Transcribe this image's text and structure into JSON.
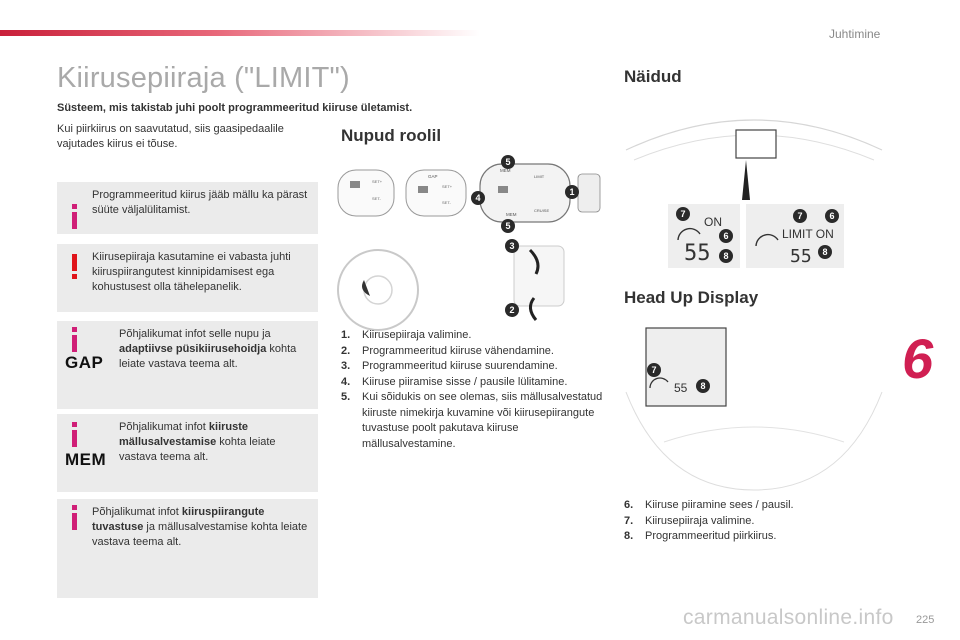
{
  "header": {
    "section_label": "Juhtimine",
    "accent_color": "#c9203a"
  },
  "left": {
    "title": "Kiirusepiiraja (\"LIMIT\")",
    "subtitle": "Süsteem, mis takistab juhi poolt programmeeritud kiiruse ületamist.",
    "intro": "Kui piirkiirus on saavutatud, siis gaasipedaalile vajutades kiirus ei tõuse.",
    "notes": [
      {
        "icon": "info-icon",
        "text": "Programmeeritud kiirus jääb mällu ka pärast süüte väljalülitamist."
      },
      {
        "icon": "warning-icon",
        "text": "Kiirusepiiraja kasutamine ei vabasta juhti kiiruspiirangutest kinnipidamisest ega kohustusest olla tähelepanelik."
      },
      {
        "icon": "info-icon",
        "badge": "GAP",
        "text_pre": "Põhjalikumat infot selle nupu ja ",
        "text_bold": "adaptiivse püsikiirusehoidja",
        "text_post": " kohta leiate vastava teema alt."
      },
      {
        "icon": "info-icon",
        "badge": "MEM",
        "text_pre": "Põhjalikumat infot ",
        "text_bold": "kiiruste mällusalvestamise",
        "text_post": " kohta leiate vastava teema alt."
      },
      {
        "icon": "info-icon",
        "text_pre": "Põhjalikumat infot ",
        "text_bold": "kiiruspiirangute tuvastuse",
        "text_post": " ja mällusalvestamise kohta leiate vastava teema alt."
      }
    ]
  },
  "middle": {
    "heading": "Nupud roolil",
    "diagram_labels": {
      "gap": "GAP",
      "set_plus": "SET+",
      "set_minus": "SET-",
      "mem": "MEM",
      "limit": "LIMIT",
      "cruise": "CRUISE"
    },
    "callouts": [
      "1",
      "2",
      "3",
      "4",
      "5"
    ],
    "items": [
      {
        "n": "1.",
        "text": "Kiirusepiiraja valimine."
      },
      {
        "n": "2.",
        "text": "Programmeeritud kiiruse vähendamine."
      },
      {
        "n": "3.",
        "text": "Programmeeritud kiiruse suurendamine."
      },
      {
        "n": "4.",
        "text": "Kiiruse piiramise sisse / pausile lülitamine."
      },
      {
        "n": "5.",
        "text": "Kui sõidukis on see olemas, siis mällusalvestatud kiiruste nimekirja kuvamine või kiirusepiirangute tuvastuse poolt pakutava kiiruse mällusalvestamine."
      }
    ]
  },
  "right": {
    "heading_displays": "Näidud",
    "display_left": {
      "status": "ON",
      "speed": "55",
      "callouts": [
        "7",
        "6",
        "8"
      ]
    },
    "display_right": {
      "status": "LIMIT ON",
      "speed": "55",
      "callouts": [
        "7",
        "6",
        "8"
      ]
    },
    "heading_hud": "Head Up Display",
    "hud": {
      "speed": "55",
      "callouts": [
        "7",
        "8"
      ]
    },
    "items": [
      {
        "n": "6.",
        "text": "Kiiruse piiramine sees / pausil."
      },
      {
        "n": "7.",
        "text": "Kiirusepiiraja valimine."
      },
      {
        "n": "8.",
        "text": "Programmeeritud piirkiirus."
      }
    ]
  },
  "chapter_number": "6",
  "page_number": "225",
  "watermark": "carmanualsonline.info"
}
